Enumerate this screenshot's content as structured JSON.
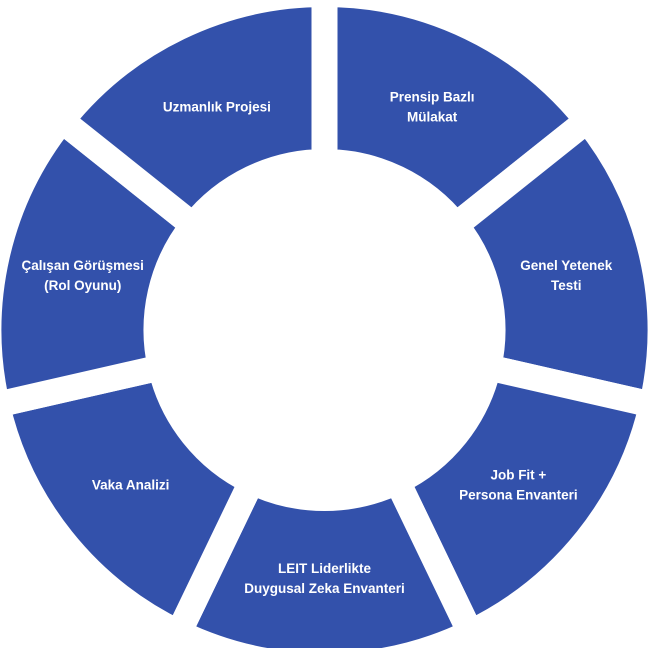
{
  "diagram": {
    "fill_color": "#3351ab",
    "background_color": "#ffffff",
    "segments": [
      {
        "id": "prensip",
        "lines": [
          "Prensip Bazlı",
          "Mülakat"
        ]
      },
      {
        "id": "genel",
        "lines": [
          "Genel Yetenek",
          "Testi"
        ]
      },
      {
        "id": "jobfit",
        "lines": [
          "Job Fit +",
          "Persona Envanteri"
        ]
      },
      {
        "id": "leit",
        "lines": [
          "LEIT Liderlikte",
          "Duygusal Zeka Envanteri"
        ]
      },
      {
        "id": "vaka",
        "lines": [
          "Vaka Analizi"
        ]
      },
      {
        "id": "calisan",
        "lines": [
          "Çalışan Görüşmesi",
          "(Rol Oyunu)"
        ]
      },
      {
        "id": "uzmanlik",
        "lines": [
          "Uzmanlık Projesi"
        ]
      }
    ]
  }
}
